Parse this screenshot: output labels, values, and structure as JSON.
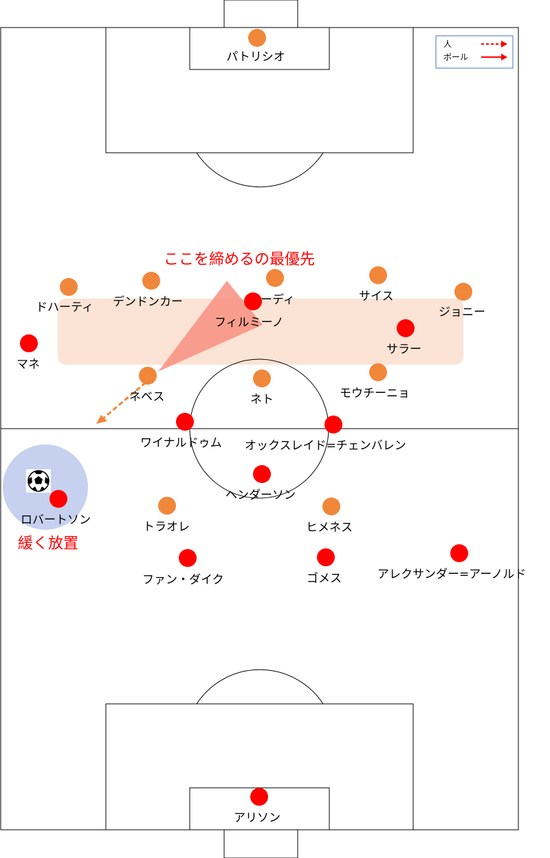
{
  "colors": {
    "team_a": "#F0873A",
    "team_b": "#FF0000",
    "highlight_band": "#FBE3D5",
    "wide_zone": "#C5D1EE",
    "cone": "#F79080",
    "annotation": "#FF0000",
    "legend_border": "#4472C4",
    "line": "#000000"
  },
  "annotations": {
    "headline": "ここを締めるの最優先",
    "note": "緩く放置"
  },
  "legend": {
    "person": "人",
    "ball": "ボール"
  },
  "players": [
    {
      "id": "patricio",
      "name": "パトリシオ",
      "team": "team_a"
    },
    {
      "id": "doherty",
      "name": "ドハーティ",
      "team": "team_a"
    },
    {
      "id": "dendoncker",
      "name": "デンドンカー",
      "team": "team_a"
    },
    {
      "id": "coady",
      "name": "コーディ",
      "team": "team_a"
    },
    {
      "id": "saiss",
      "name": "サイス",
      "team": "team_a"
    },
    {
      "id": "jonny",
      "name": "ジョニー",
      "team": "team_a"
    },
    {
      "id": "neves",
      "name": "ネベス",
      "team": "team_a"
    },
    {
      "id": "neto",
      "name": "ネト",
      "team": "team_a"
    },
    {
      "id": "moutinho",
      "name": "モウチーニョ",
      "team": "team_a"
    },
    {
      "id": "traore",
      "name": "トラオレ",
      "team": "team_a"
    },
    {
      "id": "jimenez",
      "name": "ヒメネス",
      "team": "team_a"
    },
    {
      "id": "firmino",
      "name": "フィルミーノ",
      "team": "team_b"
    },
    {
      "id": "salah",
      "name": "サラー",
      "team": "team_b"
    },
    {
      "id": "mane",
      "name": "マネ",
      "team": "team_b"
    },
    {
      "id": "wijnaldum",
      "name": "ワイナルドゥム",
      "team": "team_b"
    },
    {
      "id": "oxlade",
      "name": "オックスレイド=チェンバレン",
      "team": "team_b"
    },
    {
      "id": "henderson",
      "name": "ヘンダーソン",
      "team": "team_b"
    },
    {
      "id": "robertson",
      "name": "ロバートソン",
      "team": "team_b"
    },
    {
      "id": "vandijk",
      "name": "ファン・ダイク",
      "team": "team_b"
    },
    {
      "id": "gomez",
      "name": "ゴメス",
      "team": "team_b"
    },
    {
      "id": "alexander",
      "name": "アレクサンダー=アーノルド",
      "team": "team_b"
    },
    {
      "id": "alisson",
      "name": "アリソン",
      "team": "team_b"
    }
  ]
}
